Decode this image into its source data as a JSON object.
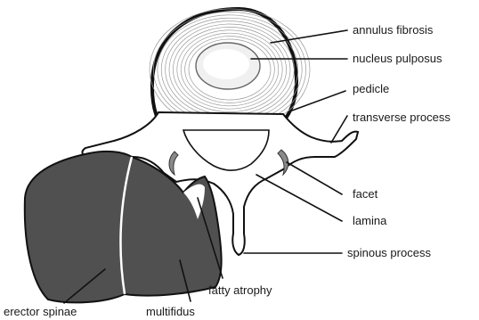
{
  "labels": {
    "annulus_fibrosis": "annulus fibrosis",
    "nucleus_pulposus": "nucleus pulposus",
    "pedicle": "pedicle",
    "transverse_process": "transverse process",
    "facet": "facet",
    "lamina": "lamina",
    "spinous_process": "spinous process",
    "fatty_atrophy": "fatty atrophy",
    "erector_spinae": "erector spinae",
    "multifidus": "multifidus"
  },
  "colors": {
    "muscle_fill": "#505050",
    "outline": "#111111",
    "background": "#ffffff"
  }
}
